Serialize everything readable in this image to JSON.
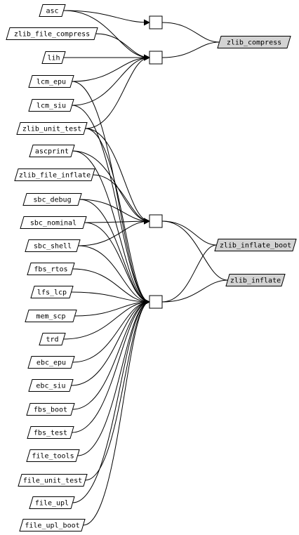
{
  "diagram": {
    "sources": [
      "asc",
      "zlib_file_compress",
      "lih",
      "lcm_epu",
      "lcm_siu",
      "zlib_unit_test",
      "ascprint",
      "zlib_file_inflate",
      "sbc_debug",
      "sbc_nominal",
      "sbc_shell",
      "fbs_rtos",
      "lfs_lcp",
      "mem_scp",
      "trd",
      "ebc_epu",
      "ebc_siu",
      "fbs_boot",
      "fbs_test",
      "file_tools",
      "file_unit_test",
      "file_upl",
      "file_upl_boot"
    ],
    "targets": [
      "zlib_compress",
      "zlib_inflate_boot",
      "zlib_inflate"
    ],
    "junctions": [
      "j1",
      "j2",
      "j3",
      "j4"
    ],
    "edges": [
      [
        "asc",
        "j1"
      ],
      [
        "asc",
        "j2"
      ],
      [
        "zlib_file_compress",
        "j2"
      ],
      [
        "lih",
        "j2"
      ],
      [
        "lcm_epu",
        "j2"
      ],
      [
        "lcm_siu",
        "j2"
      ],
      [
        "zlib_unit_test",
        "j2"
      ],
      [
        "lcm_epu",
        "j4"
      ],
      [
        "lcm_siu",
        "j4"
      ],
      [
        "zlib_unit_test",
        "j3"
      ],
      [
        "zlib_unit_test",
        "j4"
      ],
      [
        "ascprint",
        "j3"
      ],
      [
        "ascprint",
        "j4"
      ],
      [
        "zlib_file_inflate",
        "j3"
      ],
      [
        "sbc_debug",
        "j3"
      ],
      [
        "sbc_debug",
        "j4"
      ],
      [
        "sbc_nominal",
        "j3"
      ],
      [
        "sbc_nominal",
        "j4"
      ],
      [
        "sbc_shell",
        "j3"
      ],
      [
        "sbc_shell",
        "j4"
      ],
      [
        "fbs_rtos",
        "j4"
      ],
      [
        "lfs_lcp",
        "j4"
      ],
      [
        "mem_scp",
        "j4"
      ],
      [
        "trd",
        "j4"
      ],
      [
        "ebc_epu",
        "j4"
      ],
      [
        "ebc_siu",
        "j4"
      ],
      [
        "fbs_boot",
        "j4"
      ],
      [
        "fbs_test",
        "j4"
      ],
      [
        "file_tools",
        "j4"
      ],
      [
        "file_unit_test",
        "j4"
      ],
      [
        "file_upl",
        "j4"
      ],
      [
        "file_upl_boot",
        "j4"
      ],
      [
        "j1",
        "zlib_compress"
      ],
      [
        "j2",
        "zlib_compress"
      ],
      [
        "j3",
        "zlib_inflate_boot"
      ],
      [
        "j3",
        "zlib_inflate"
      ],
      [
        "j4",
        "zlib_inflate_boot"
      ],
      [
        "j4",
        "zlib_inflate"
      ]
    ]
  },
  "colors": {
    "source_fill": "#ffffff",
    "target_fill": "#d3d3d3",
    "stroke": "#000000"
  }
}
